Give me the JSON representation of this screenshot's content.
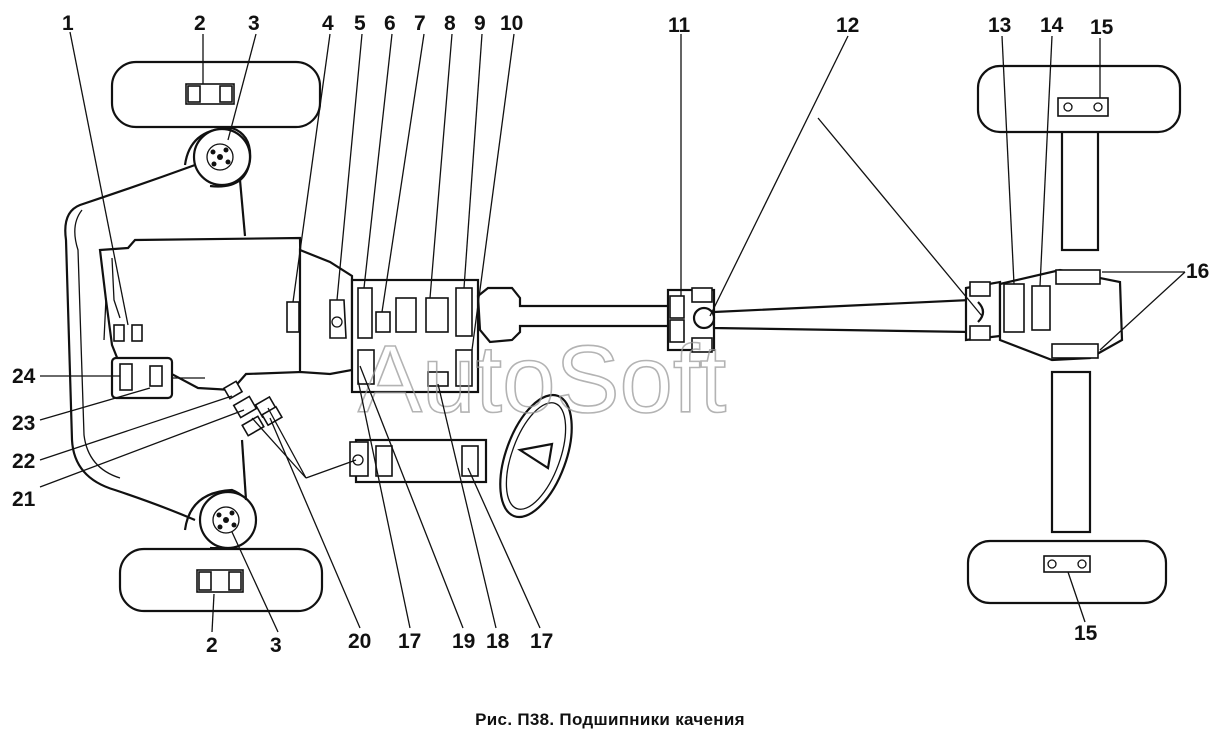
{
  "figure": {
    "caption": "Рис. П38. Подшипники качения",
    "watermark": "AutoSoft",
    "callouts": [
      "1",
      "2",
      "3",
      "4",
      "5",
      "6",
      "7",
      "8",
      "9",
      "10",
      "11",
      "12",
      "13",
      "14",
      "15",
      "16",
      "17",
      "18",
      "19",
      "20",
      "21",
      "22",
      "23",
      "24"
    ],
    "callouts_repeated": {
      "2": "2",
      "3": "3",
      "15": "15",
      "17": "17"
    }
  },
  "colors": {
    "ink": "#111111",
    "paper": "#ffffff",
    "watermark": "#9a9a9a"
  }
}
